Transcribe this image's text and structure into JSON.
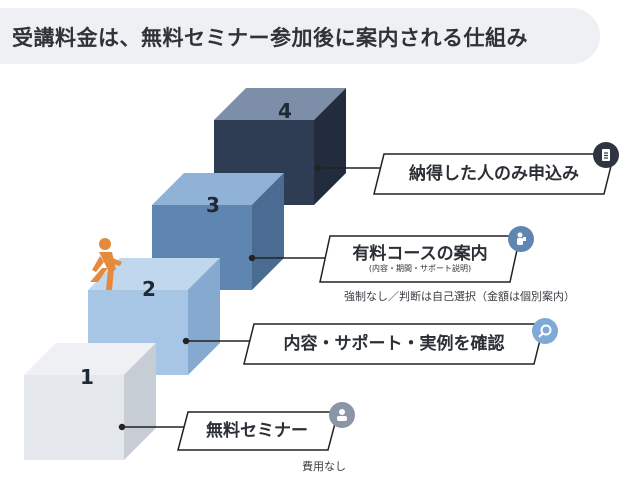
{
  "title": "受講料金は、無料セミナー参加後に案内される仕組み",
  "steps": [
    {
      "number": "1",
      "label": "無料セミナー",
      "note": "費用なし",
      "icon": "presenter-icon"
    },
    {
      "number": "2",
      "label": "内容・サポート・実例を確認",
      "icon": "magnifier-icon"
    },
    {
      "number": "3",
      "label": "有料コースの案内",
      "sublabel": "(内容・期間・サポート説明)",
      "note": "強制なし／判断は自己選択（金額は個別案内）",
      "icon": "guide-person-icon"
    },
    {
      "number": "4",
      "label": "納得した人のみ申込み",
      "icon": "document-icon"
    }
  ],
  "colors": {
    "step1": "#dfe3e8",
    "step2": "#9fbfe0",
    "step3": "#6c93bb",
    "step4": "#3c4e6a",
    "climber": "#e58a3c",
    "icon_badge": "#5f8ab8",
    "icon_badge_dark": "#2e3440"
  }
}
